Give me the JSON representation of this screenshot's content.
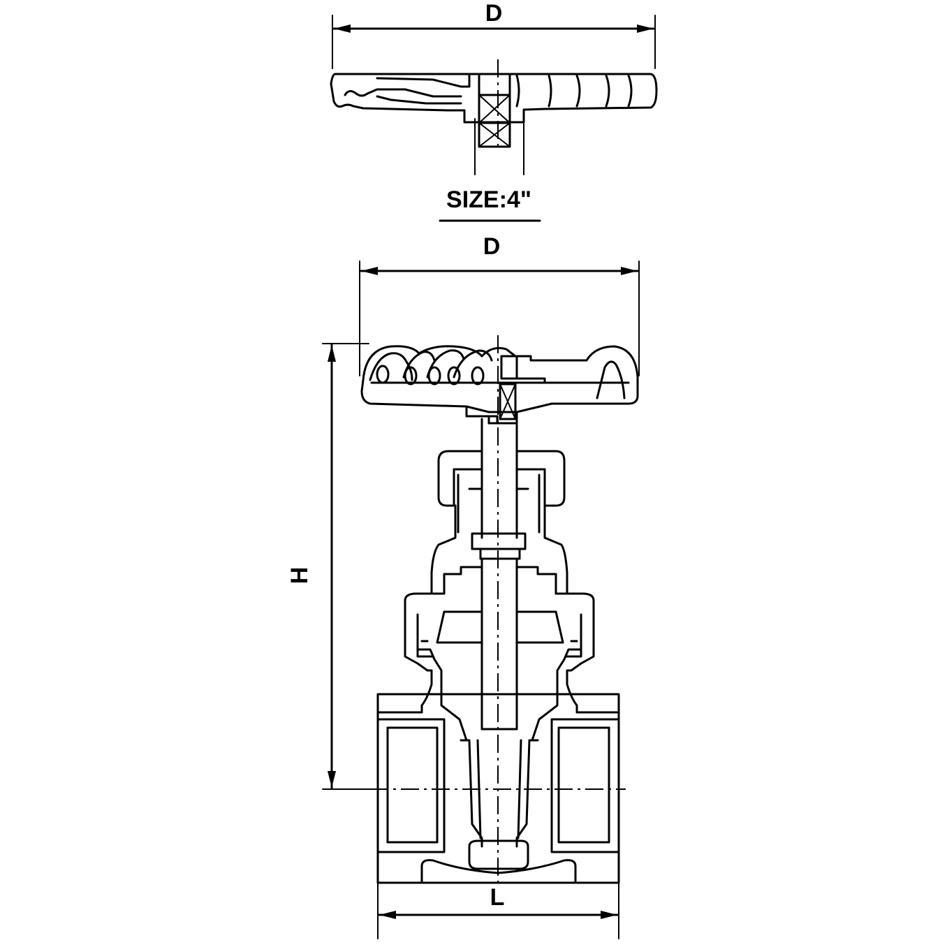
{
  "top_view": {
    "dimension_label": "D",
    "size_label": "SIZE:4\""
  },
  "front_view": {
    "width_label": "D",
    "height_label": "H",
    "length_label": "L"
  }
}
